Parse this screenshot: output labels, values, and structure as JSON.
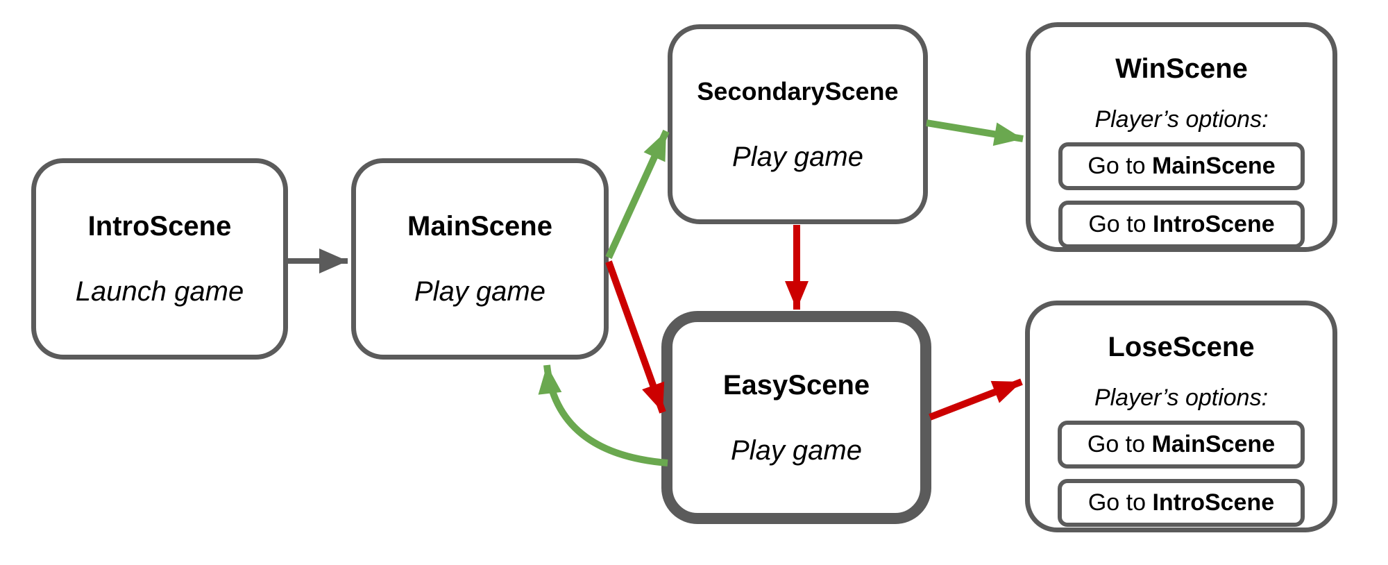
{
  "background": "#ffffff",
  "colors": {
    "box_border": "#5b5b5b",
    "arrow_neutral": "#5b5b5b",
    "arrow_success": "#6aa84f",
    "arrow_failure": "#cc0000",
    "text": "#000000"
  },
  "scenes": {
    "intro": {
      "title": "IntroScene",
      "subtitle": "Launch game"
    },
    "main": {
      "title": "MainScene",
      "subtitle": "Play game"
    },
    "secondary": {
      "title": "SecondaryScene",
      "subtitle": "Play game"
    },
    "easy": {
      "title": "EasyScene",
      "subtitle": "Play game",
      "emphasized": true
    },
    "win": {
      "title": "WinScene",
      "options_label": "Player’s options:",
      "buttons": [
        {
          "prefix": "Go to ",
          "target": "MainScene"
        },
        {
          "prefix": "Go to ",
          "target": "IntroScene"
        }
      ]
    },
    "lose": {
      "title": "LoseScene",
      "options_label": "Player’s options:",
      "buttons": [
        {
          "prefix": "Go to ",
          "target": "MainScene"
        },
        {
          "prefix": "Go to ",
          "target": "IntroScene"
        }
      ]
    }
  },
  "edges": [
    {
      "from": "IntroScene",
      "to": "MainScene",
      "color": "#5b5b5b"
    },
    {
      "from": "MainScene",
      "to": "SecondaryScene",
      "color": "#6aa84f"
    },
    {
      "from": "MainScene",
      "to": "EasyScene",
      "color": "#cc0000"
    },
    {
      "from": "SecondaryScene",
      "to": "EasyScene",
      "color": "#cc0000"
    },
    {
      "from": "SecondaryScene",
      "to": "WinScene",
      "color": "#6aa84f"
    },
    {
      "from": "EasyScene",
      "to": "LoseScene",
      "color": "#cc0000"
    },
    {
      "from": "EasyScene",
      "to": "MainScene",
      "color": "#6aa84f"
    }
  ]
}
